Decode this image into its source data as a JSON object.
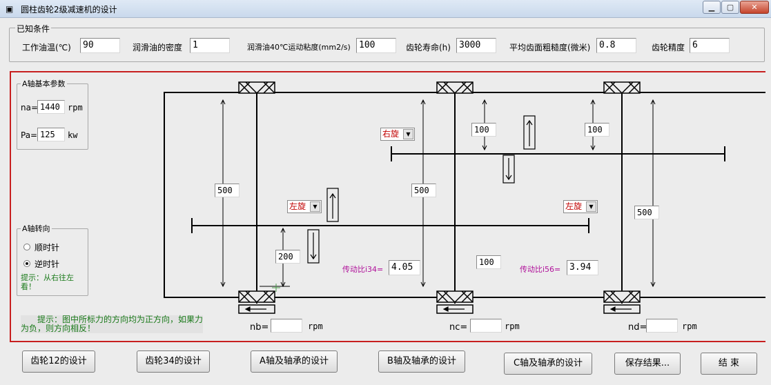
{
  "window": {
    "title": "圆柱齿轮2级减速机的设计",
    "icon": "app-window-icon",
    "controls": [
      "minimize",
      "maximize",
      "close"
    ]
  },
  "conditions": {
    "group_title": "已知条件",
    "temp_label": "工作油温(℃)",
    "temp_value": "90",
    "density_label": "润滑油的密度",
    "density_value": "1",
    "viscosity_label": "润滑油40℃运动粘度(mm2/s)",
    "viscosity_value": "100",
    "life_label": "齿轮寿命(h)",
    "life_value": "3000",
    "roughness_label": "平均齿面粗糙度(微米)",
    "roughness_value": "0.8",
    "precision_label": "齿轮精度",
    "precision_value": "6"
  },
  "a_params": {
    "group_title": "A轴基本参数",
    "na_label": "na=",
    "na_value": "1440",
    "na_unit": "rpm",
    "pa_label": "Pa=",
    "pa_value": "125",
    "pa_unit": "kw"
  },
  "a_rotation": {
    "group_title": "A轴转向",
    "clockwise_label": "顺时针",
    "counterclockwise_label": "逆时针",
    "selected": "逆时针",
    "hint": "提示：从右往左看！"
  },
  "diagram": {
    "dim_a_span": "500",
    "dim_b_span": "500",
    "dim_c_span": "500",
    "dim_gear1_offset": "200",
    "dim_gear3_offset": "100",
    "dim_gear5_offset": "100",
    "dim_mid": "100",
    "helix_left_1": "左旋",
    "helix_right_3": "右旋",
    "helix_left_5": "左旋",
    "ratio34_label": "传动比i34=",
    "ratio34_value": "4.05",
    "ratio56_label": "传动比i56=",
    "ratio56_value": "3.94",
    "nb_label": "nb=",
    "nb_value": "",
    "nb_unit": "rpm",
    "nc_label": "nc=",
    "nc_value": "",
    "nc_unit": "rpm",
    "nd_label": "nd=",
    "nd_value": "",
    "nd_unit": "rpm",
    "force_hint": "提示：图中所标力的方向均为正方向，如果力为负，则方向相反！"
  },
  "buttons": {
    "gear12": "齿轮12的设计",
    "gear34": "齿轮34的设计",
    "shaft_a": "A轴及轴承的设计",
    "shaft_b": "B轴及轴承的设计",
    "shaft_c": "C轴及轴承的设计",
    "save": "保存结果...",
    "finish": "结  束"
  },
  "colors": {
    "frame_border": "#c71e1e",
    "helix_text": "#c00000",
    "ratio_label": "#b0109a",
    "hint_text": "#1a7a1a"
  }
}
